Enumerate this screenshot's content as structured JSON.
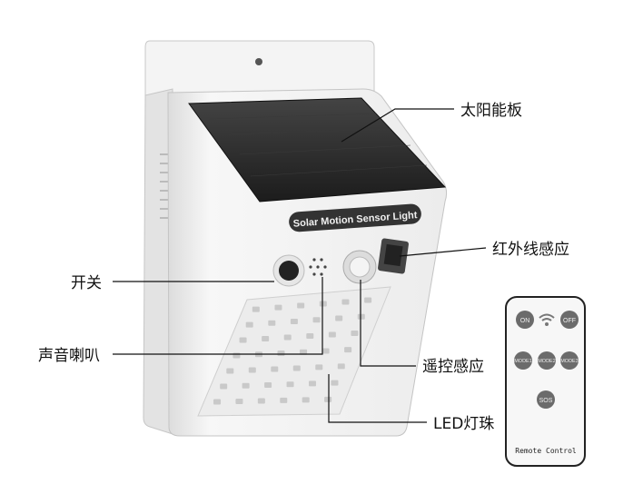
{
  "product": {
    "label": "Solar Motion Sensor Light"
  },
  "callouts": {
    "solar_panel": "太阳能板",
    "infrared_sensor": "红外线感应",
    "switch": "开关",
    "speaker": "声音喇叭",
    "remote_sensor": "遥控感应",
    "led_beads": "LED灯珠"
  },
  "remote": {
    "title": "Remote Control",
    "buttons": {
      "on": "ON",
      "off": "OFF",
      "mode1": "MODE1",
      "mode2": "MODE2",
      "mode3": "MODE3",
      "sos": "SOS"
    },
    "signal_icon": "wifi-icon"
  },
  "colors": {
    "body": "#f2f2f2",
    "panel": "#2a2a2a",
    "button": "#6b6b6b",
    "line": "#111111"
  }
}
